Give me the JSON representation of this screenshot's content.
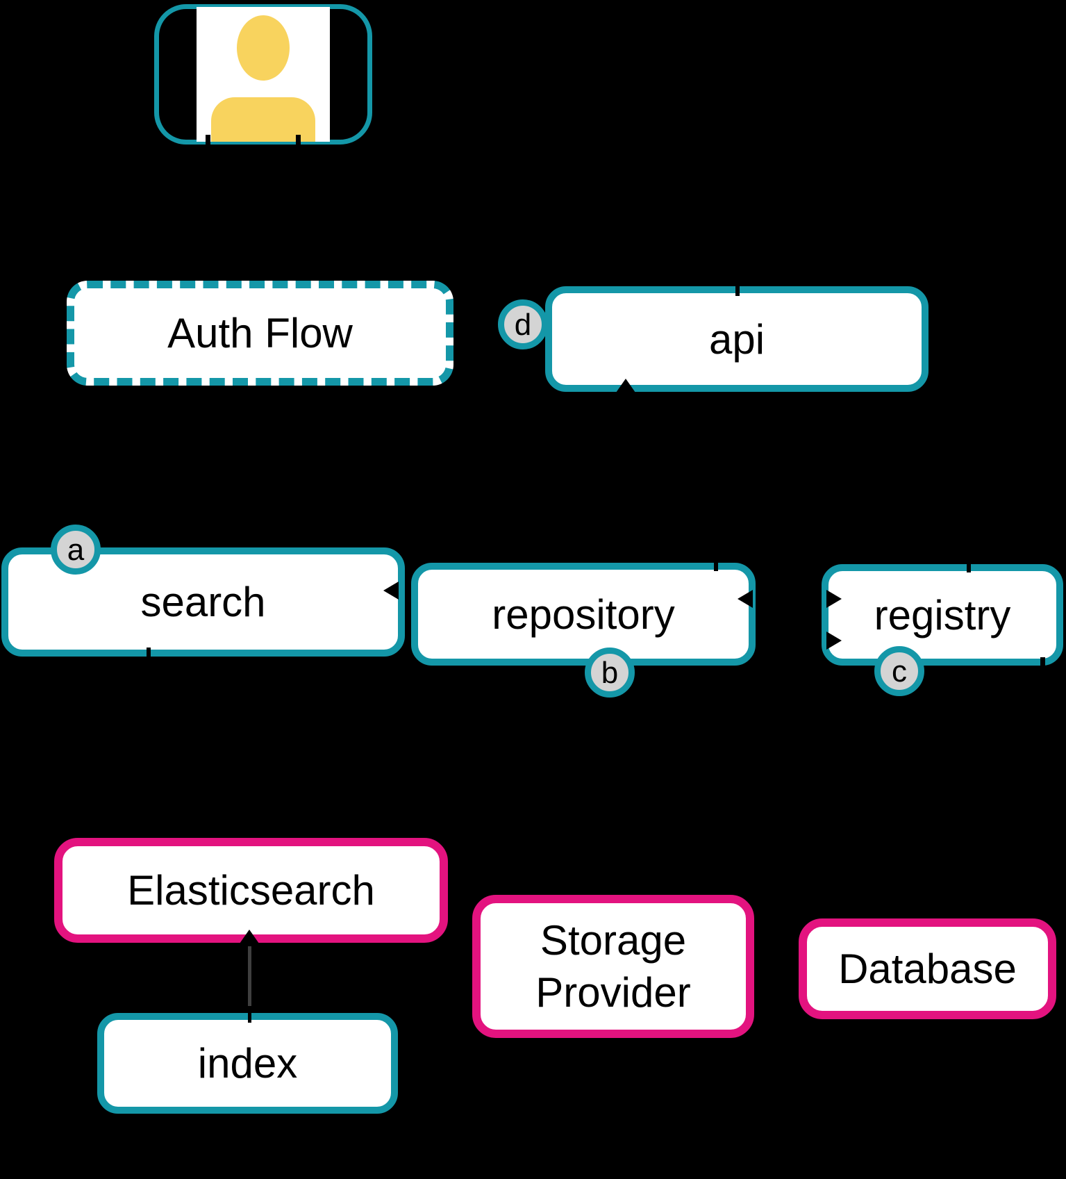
{
  "colors": {
    "teal": "#1497A8",
    "pink": "#E3137F",
    "yellow": "#F8D35E",
    "badge_gray": "#D4D4D4",
    "node_fill": "#FFFFFF",
    "background": "#000000",
    "text": "#000000"
  },
  "actor": {
    "type": "user-avatar"
  },
  "nodes": {
    "auth_flow": {
      "label": "Auth Flow",
      "style": "dashed-teal"
    },
    "api": {
      "label": "api",
      "badge": "d",
      "style": "teal"
    },
    "search": {
      "label": "search",
      "badge": "a",
      "style": "teal"
    },
    "repository": {
      "label": "repository",
      "badge": "b",
      "style": "teal"
    },
    "registry": {
      "label": "registry",
      "badge": "c",
      "style": "teal"
    },
    "elasticsearch": {
      "label": "Elasticsearch",
      "style": "pink"
    },
    "storage_provider": {
      "label": "Storage Provider",
      "style": "pink"
    },
    "database": {
      "label": "Database",
      "style": "pink"
    },
    "index": {
      "label": "index",
      "style": "teal"
    }
  }
}
